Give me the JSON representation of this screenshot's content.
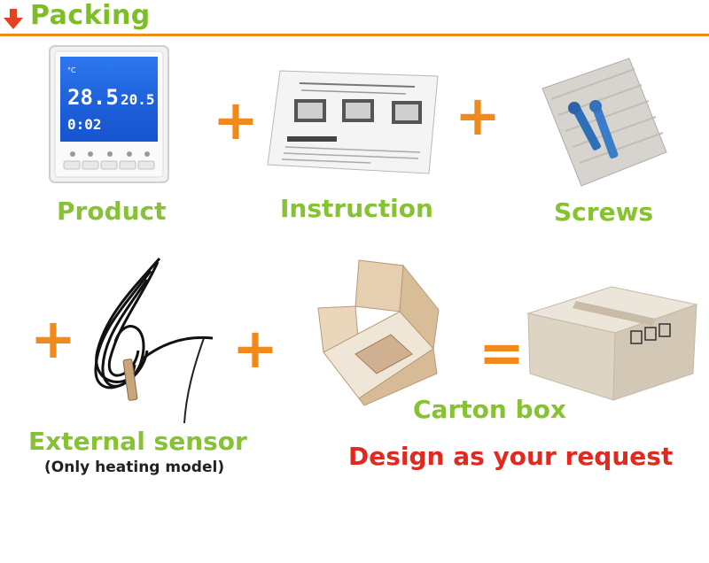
{
  "header": {
    "title": "Packing",
    "icon": "down-arrow-icon"
  },
  "colors": {
    "accent": "#f08a1c",
    "label_green": "#86c232",
    "label_red": "#e0291f"
  },
  "items": {
    "product": "Product",
    "instruction": "Instruction",
    "screws": "Screws",
    "sensor": "External sensor",
    "sensor_note": "(Only heating model)",
    "carton": "Carton box"
  },
  "footer": {
    "design": "Design as your request"
  },
  "thermostat": {
    "room_temp": "28.5",
    "set_temp": "20.5",
    "time": "0:02"
  },
  "operators": [
    "+",
    "+",
    "+",
    "+",
    "="
  ]
}
